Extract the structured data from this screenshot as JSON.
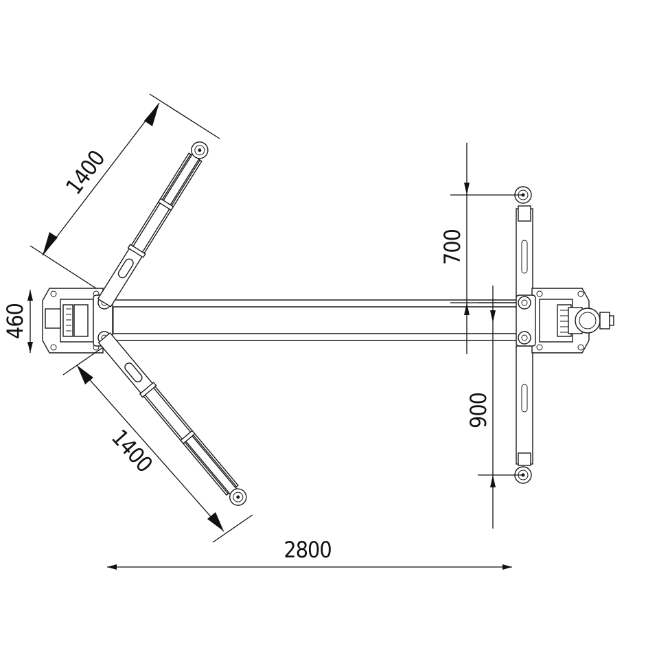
{
  "dimensions": {
    "arm_upper_length": "1400",
    "arm_lower_length": "1400",
    "column_width": "460",
    "short_arm_reach": "700",
    "long_arm_reach": "900",
    "overall_width": "2800"
  },
  "colors": {
    "line": "#1a1a1a",
    "background": "#ffffff"
  }
}
